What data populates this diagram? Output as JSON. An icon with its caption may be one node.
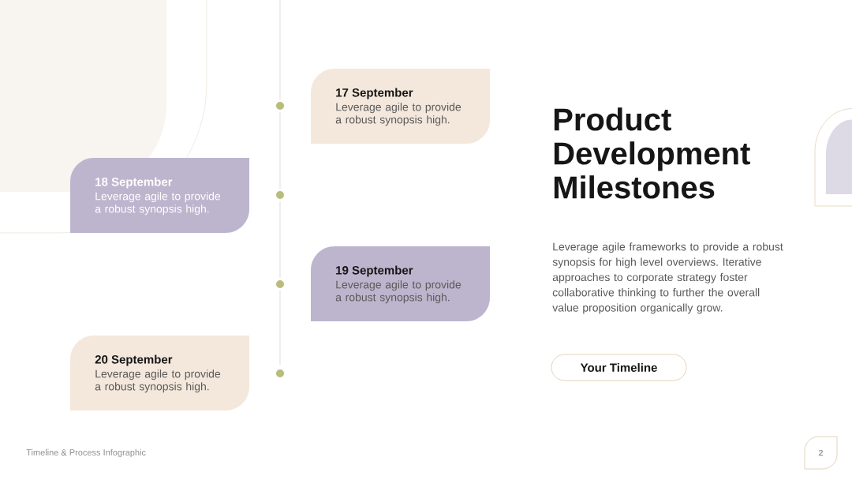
{
  "diagram": {
    "title": "Product Development Milestones",
    "nodes": [
      {
        "text": [
          "17 September",
          "Leverage agile to provide a robust synopsis high."
        ]
      },
      {
        "text": [
          "18 September",
          "Leverage agile to provide a robust synopsis high."
        ]
      },
      {
        "text": [
          "19 September",
          "Leverage agile to provide a robust synopsis high."
        ]
      },
      {
        "text": [
          "20 September",
          "Leverage agile to provide a robust synopsis high."
        ]
      },
      {
        "text": [
          "Your Timeline"
        ]
      },
      {
        "text": [
          "2"
        ]
      }
    ],
    "labels": [
      "Leverage agile frameworks to provide a robust synopsis for high level overviews. Iterative approaches to corporate strategy foster collaborative thinking to further the overall value proposition organically grow.",
      "Timeline & Process Infographic"
    ]
  }
}
